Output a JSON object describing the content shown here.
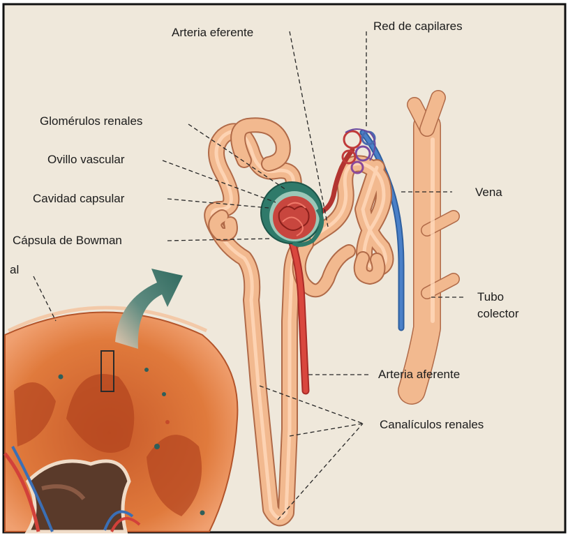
{
  "labels": {
    "arteria_eferente": "Arteria eferente",
    "red_de_capilares": "Red de capilares",
    "glomerulos_renales": "Glomérulos renales",
    "ovillo_vascular": "Ovillo vascular",
    "cavidad_capsular": "Cavidad capsular",
    "capsula_de_bowman": "Cápsula de Bowman",
    "al": "al",
    "vena": "Vena",
    "tubo_colector_line1": "Tubo",
    "tubo_colector_line2": "colector",
    "arteria_aferente": "Arteria aferente",
    "canaliculos_renales": "Canalículos renales"
  },
  "colors": {
    "page": "#efe8db",
    "tubule": "#f2b98f",
    "artery": "#d2413a",
    "vein": "#3b6fb5",
    "capsule": "#2f7a6a",
    "kidney": "#e07a3c",
    "arrow": "#3d6e66"
  }
}
